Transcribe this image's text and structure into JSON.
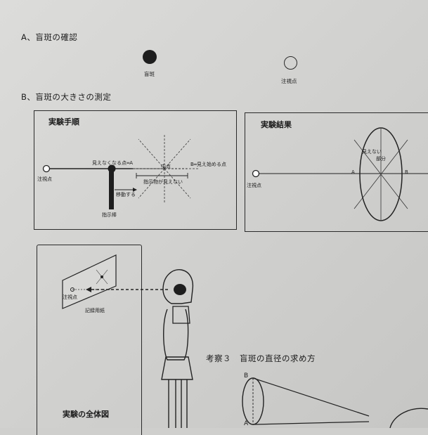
{
  "sectionA": {
    "heading": "A、盲斑の確認",
    "blind_spot_label": "盲斑",
    "fixation_label": "注視点"
  },
  "sectionB": {
    "heading": "B、盲斑の大きさの測定"
  },
  "procedure": {
    "title": "実験手順",
    "fixation_label": "注視点",
    "point_a_label": "見えなくなる点═A",
    "point_b_label": "B═見え始める点",
    "center_label": "中点",
    "invisible_label": "指示物が見えない",
    "move_label": "移動する",
    "pointer_label": "指示棒"
  },
  "result": {
    "title": "実験結果",
    "fixation_label": "注視点",
    "invisible_label": "見えない",
    "part_label": "部分",
    "a_label": "A",
    "b_label": "B"
  },
  "overview": {
    "title": "実験の全体図",
    "fixation_label": "注視点",
    "paper_label": "記録用紙"
  },
  "consider": {
    "heading": "考察３　盲斑の直径の求め方",
    "b_label": "B",
    "a_label": "A"
  }
}
